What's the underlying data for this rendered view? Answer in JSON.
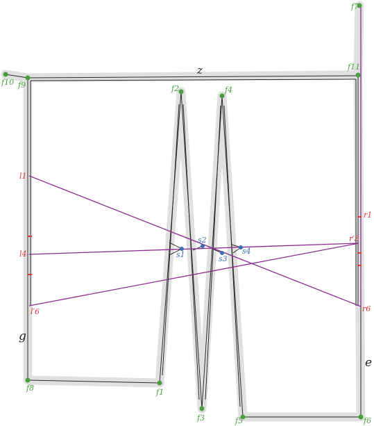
{
  "colors": {
    "halo": "#e0e0e0",
    "path": "#2a2a2a",
    "guide": "#8b2c8f",
    "node_green": "#4a9e3f",
    "point_red": "#d83a3a",
    "point_blue": "#3c6fb5"
  },
  "labels": {
    "z": "z",
    "g": "g",
    "e": "e",
    "f1": "f1",
    "f2": "f2",
    "f3": "f3",
    "f4": "f4",
    "f5": "f5",
    "f6": "f6",
    "f7": "f7",
    "f8": "f8",
    "f9": "f9",
    "f10": "f10",
    "f11": "f11",
    "l1": "l1",
    "l4": "l4",
    "l6p": "l′6",
    "r1": "r1",
    "r3p": "r′3",
    "r6": "r6",
    "s1": "s1",
    "s2": "s2",
    "s3": "s3",
    "s4": "s4"
  }
}
